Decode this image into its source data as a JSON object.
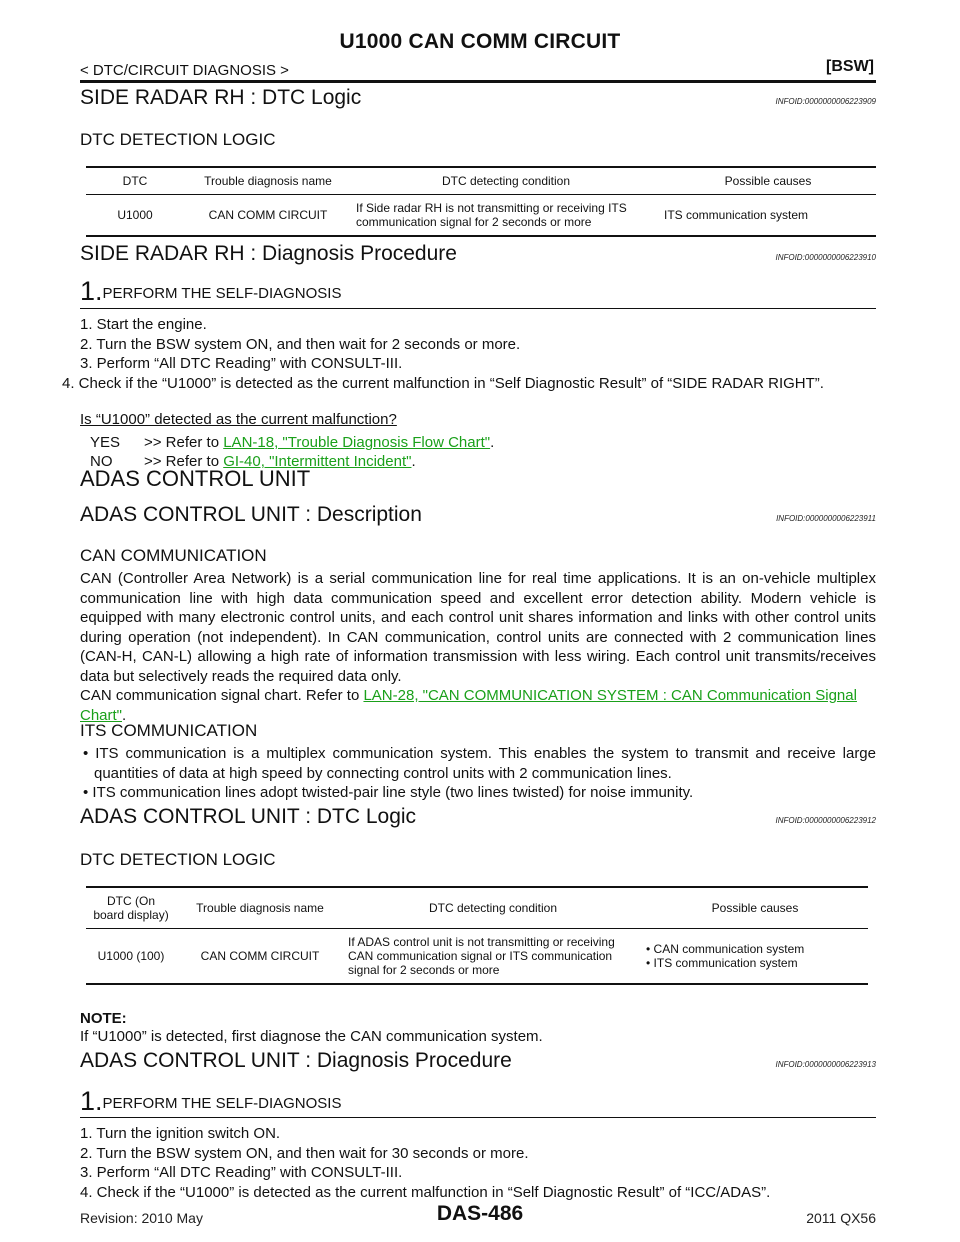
{
  "header": {
    "title": "U1000 CAN COMM CIRCUIT",
    "breadcrumb": "< DTC/CIRCUIT DIAGNOSIS >",
    "tag": "[BSW]"
  },
  "s1": {
    "heading": "SIDE RADAR RH : DTC Logic",
    "info": "INFOID:0000000006223909",
    "sub": "DTC DETECTION LOGIC",
    "table": {
      "headers": [
        "DTC",
        "Trouble diagnosis name",
        "DTC detecting condition",
        "Possible causes"
      ],
      "row": [
        "U1000",
        "CAN COMM CIRCUIT",
        "If Side radar RH is not transmitting or receiving ITS communication signal for 2 seconds or more",
        "ITS communication system"
      ]
    }
  },
  "s2": {
    "heading": "SIDE RADAR RH : Diagnosis Procedure",
    "info": "INFOID:0000000006223910",
    "step_num": "1.",
    "step_title": "PERFORM THE SELF-DIAGNOSIS",
    "items": [
      "1. Start the engine.",
      "2. Turn the BSW system ON, and then wait for 2 seconds or more.",
      "3. Perform “All DTC Reading” with CONSULT-III.",
      "4. Check if the “U1000” is detected as the current malfunction in “Self Diagnostic Result” of “SIDE RADAR RIGHT”."
    ],
    "question": "Is “U1000” detected as the current malfunction?",
    "yes_label": "YES",
    "yes_text": ">> Refer to",
    "yes_link": "LAN-18, \"Trouble Diagnosis Flow Chart\"",
    "no_label": "NO",
    "no_text": ">> Refer to",
    "no_link": "GI-40, \"Intermittent Incident\"",
    "period": "."
  },
  "s3": {
    "heading": "ADAS CONTROL UNIT",
    "desc_heading": "ADAS CONTROL UNIT : Description",
    "info": "INFOID:0000000006223911",
    "can_heading": "CAN COMMUNICATION",
    "can_text": "CAN (Controller Area Network) is a serial communication line for real time applications. It is an on-vehicle multiplex communication line with high data communication speed and excellent error detection ability. Modern vehicle is equipped with many electronic control units, and each control unit shares information and links with other control units during operation (not independent). In CAN communication, control units are connected with 2 communication lines (CAN-H, CAN-L) allowing a high rate of information transmission with less wiring. Each control unit transmits/receives data but selectively reads the required data only.",
    "can_ref_text": "CAN communication signal chart. Refer to",
    "can_ref_link": "LAN-28, \"CAN COMMUNICATION SYSTEM : CAN Communication Signal Chart\"",
    "its_heading": "ITS COMMUNICATION",
    "its_bullets": [
      "ITS communication is a multiplex communication system. This enables the system to transmit and receive large quantities of data at high speed by connecting control units with 2 communication lines.",
      "ITS communication lines adopt twisted-pair line style (two lines twisted) for noise immunity."
    ]
  },
  "s4": {
    "heading": "ADAS CONTROL UNIT : DTC Logic",
    "info": "INFOID:0000000006223912",
    "sub": "DTC DETECTION LOGIC",
    "table": {
      "headers": [
        "DTC (On board display)",
        "Trouble diagnosis name",
        "DTC detecting condition",
        "Possible causes"
      ],
      "dtc": "U1000 (100)",
      "name": "CAN COMM CIRCUIT",
      "condition": "If ADAS control unit is not transmitting or receiving CAN communication signal or ITS communication signal for 2 seconds or more",
      "causes": [
        "CAN communication system",
        "ITS communication system"
      ]
    },
    "note_label": "NOTE:",
    "note_text": "If “U1000” is detected, first diagnose the CAN communication system."
  },
  "s5": {
    "heading": "ADAS CONTROL UNIT : Diagnosis Procedure",
    "info": "INFOID:0000000006223913",
    "step_num": "1.",
    "step_title": "PERFORM THE SELF-DIAGNOSIS",
    "items": [
      "1. Turn the ignition switch ON.",
      "2. Turn the BSW system ON, and then wait for 30 seconds or more.",
      "3. Perform “All DTC Reading” with CONSULT-III.",
      "4. Check if the “U1000” is detected as the current malfunction in “Self Diagnostic Result” of “ICC/ADAS”."
    ]
  },
  "footer": {
    "revision": "Revision: 2010 May",
    "page": "DAS-486",
    "model": "2011 QX56"
  }
}
